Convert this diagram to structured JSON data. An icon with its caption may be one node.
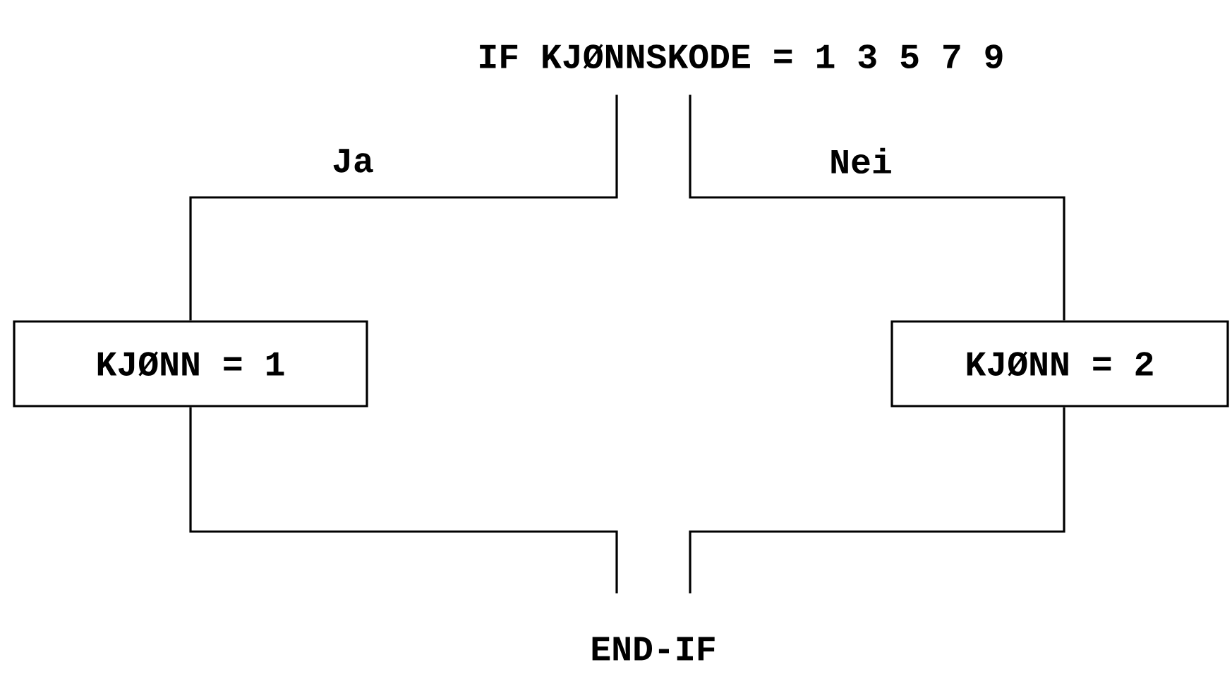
{
  "diagram": {
    "nodes": [
      {
        "text": [
          "IF KJØNNSKODE = 1 3 5 7 9"
        ]
      },
      {
        "text": [
          "KJØNN = 1"
        ]
      },
      {
        "text": [
          "KJØNN = 2"
        ]
      },
      {
        "text": [
          "END-IF"
        ]
      }
    ],
    "edges": [
      {
        "from": 0,
        "to": 1,
        "arrow": "none",
        "label": "Ja"
      },
      {
        "from": 0,
        "to": 2,
        "arrow": "none",
        "label": "Nei"
      },
      {
        "from": 1,
        "to": 3,
        "arrow": "none"
      },
      {
        "from": 2,
        "to": 3,
        "arrow": "none"
      }
    ]
  }
}
